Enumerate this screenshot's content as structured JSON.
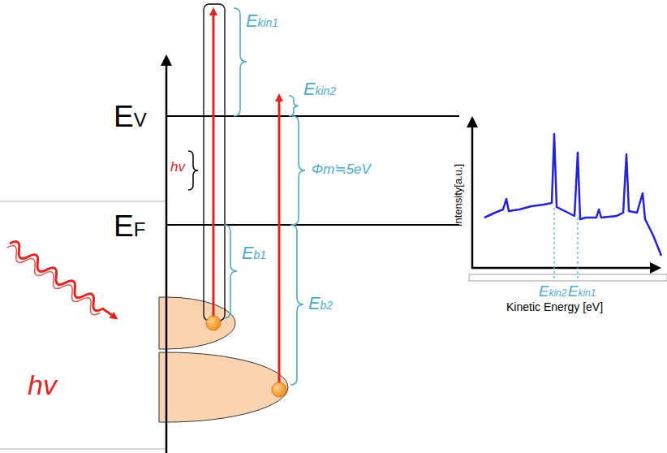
{
  "diagram": {
    "labels": [
      "Ekin1",
      "Ekin2",
      "EV",
      "hv",
      "Φm≒5eV",
      "EF",
      "Eb1",
      "Eb2",
      "hv",
      "Intensity[a.u.]",
      "Ekin2",
      "Ekin1",
      "Kinetic Energy [eV]"
    ]
  }
}
